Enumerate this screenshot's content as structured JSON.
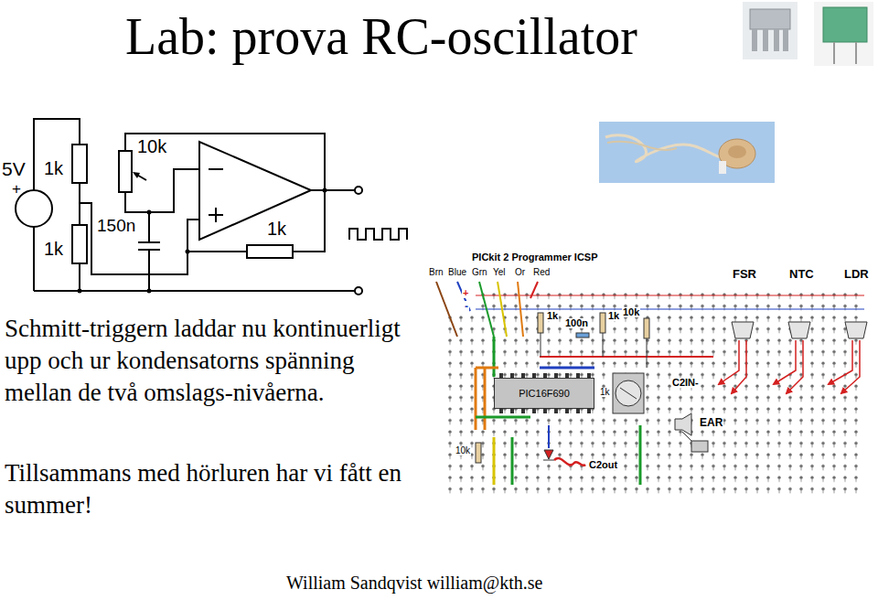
{
  "diagram": {
    "title": "Lab: prova RC-oscillator",
    "nodes": [
      {
        "text": [
          "PIC16F690"
        ]
      }
    ],
    "labels": [
      "5V",
      "+",
      "1k",
      "1k",
      "10k",
      "150n",
      "1k",
      "Schmitt-triggern laddar nu kontinuerligt upp och ur kondensatorns spänning mellan de två omslags-nivåerna.",
      "Tillsammans med hörluren har vi fått en summer!",
      "PICkit 2 Programmer ICSP",
      "Brn",
      "Blue",
      "Grn",
      "Yel",
      "Or",
      "Red",
      "FSR",
      "NTC",
      "LDR",
      "+",
      "-",
      "1k",
      "100n",
      "1k",
      "10k",
      "1k",
      "C2IN-",
      "EAR",
      "10k",
      "C2out",
      "William Sandqvist william@kth.se"
    ]
  }
}
